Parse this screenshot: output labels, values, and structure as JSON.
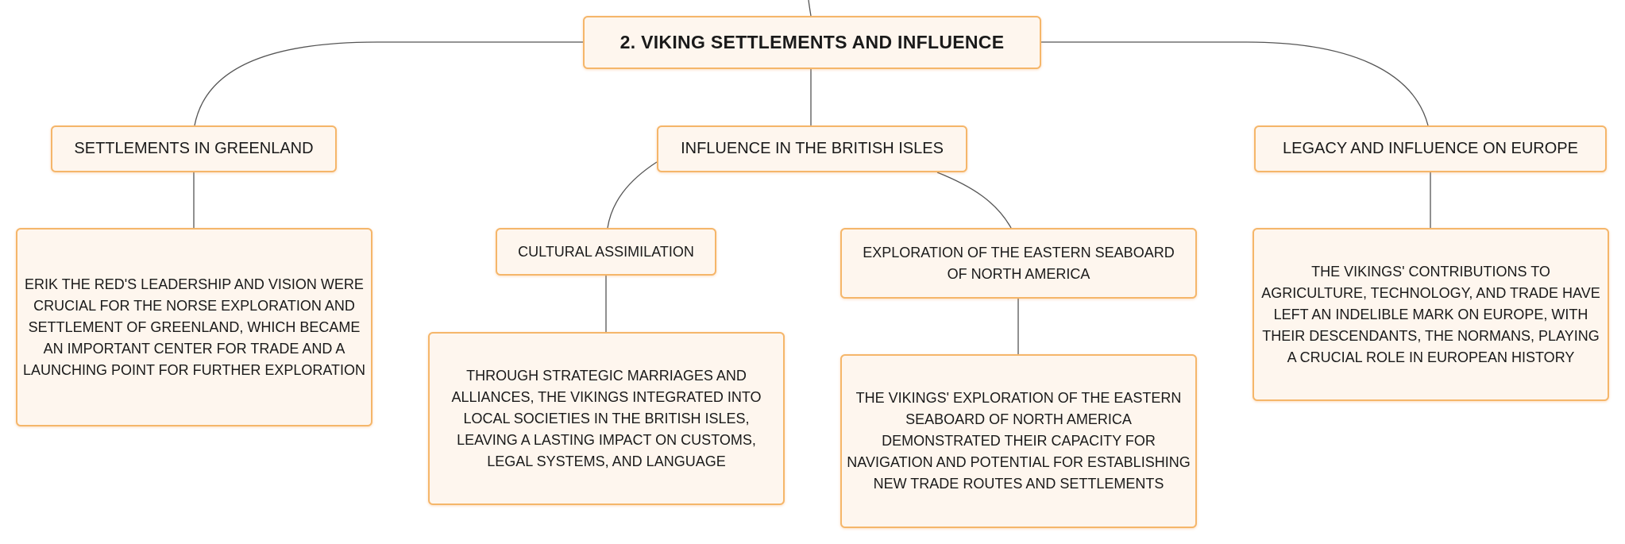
{
  "root": {
    "label": "2. VIKING SETTLEMENTS AND INFLUENCE"
  },
  "topics": {
    "greenland": {
      "label": "SETTLEMENTS IN GREENLAND",
      "detail": "ERIK THE RED'S LEADERSHIP AND VISION WERE CRUCIAL FOR THE NORSE EXPLORATION AND SETTLEMENT OF GREENLAND, WHICH BECAME AN IMPORTANT CENTER FOR TRADE AND A LAUNCHING POINT FOR FURTHER EXPLORATION"
    },
    "british_isles": {
      "label": "INFLUENCE IN THE BRITISH ISLES",
      "subtopics": {
        "assimilation": {
          "label": "CULTURAL ASSIMILATION",
          "detail": "THROUGH STRATEGIC MARRIAGES AND ALLIANCES, THE VIKINGS INTEGRATED INTO LOCAL SOCIETIES IN THE BRITISH ISLES, LEAVING A LASTING IMPACT ON CUSTOMS, LEGAL SYSTEMS, AND LANGUAGE"
        },
        "exploration": {
          "label": "EXPLORATION OF THE EASTERN SEABOARD OF NORTH AMERICA",
          "detail": "THE VIKINGS' EXPLORATION OF THE EASTERN SEABOARD OF NORTH AMERICA DEMONSTRATED THEIR CAPACITY FOR NAVIGATION AND POTENTIAL FOR ESTABLISHING NEW TRADE ROUTES AND SETTLEMENTS"
        }
      }
    },
    "europe": {
      "label": "LEGACY AND INFLUENCE ON EUROPE",
      "detail": "THE VIKINGS' CONTRIBUTIONS TO AGRICULTURE, TECHNOLOGY, AND TRADE HAVE LEFT AN INDELIBLE MARK ON EUROPE, WITH THEIR DESCENDANTS, THE NORMANS, PLAYING A CRUCIAL ROLE IN EUROPEAN HISTORY"
    }
  },
  "colors": {
    "node_border": "#f5b66a",
    "node_fill": "#fef6ee",
    "connector": "#555555"
  }
}
